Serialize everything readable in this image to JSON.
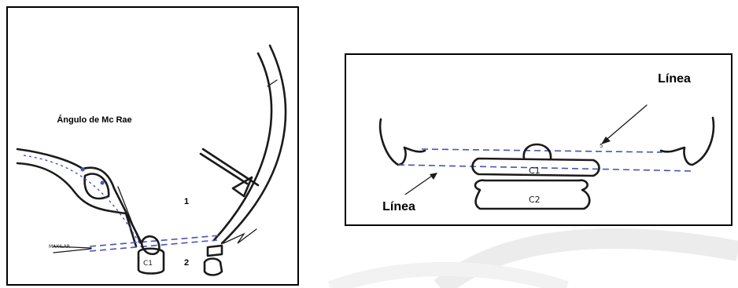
{
  "left_panel": {
    "angle_label": "Ángulo de Mc Rae",
    "number_1": "1",
    "number_2": "2",
    "handwritten_maxilar": "MAXILAR",
    "handwritten_c1": "C1"
  },
  "right_panel": {
    "line_label_top": "Línea",
    "line_label_bottom": "Línea",
    "handwritten_c1": "C1",
    "handwritten_c2": "C2"
  },
  "colors": {
    "ink": "#1a1a1a",
    "dashed_line": "#4a52b8",
    "frame": "#000000",
    "watermark": "#ececec"
  }
}
